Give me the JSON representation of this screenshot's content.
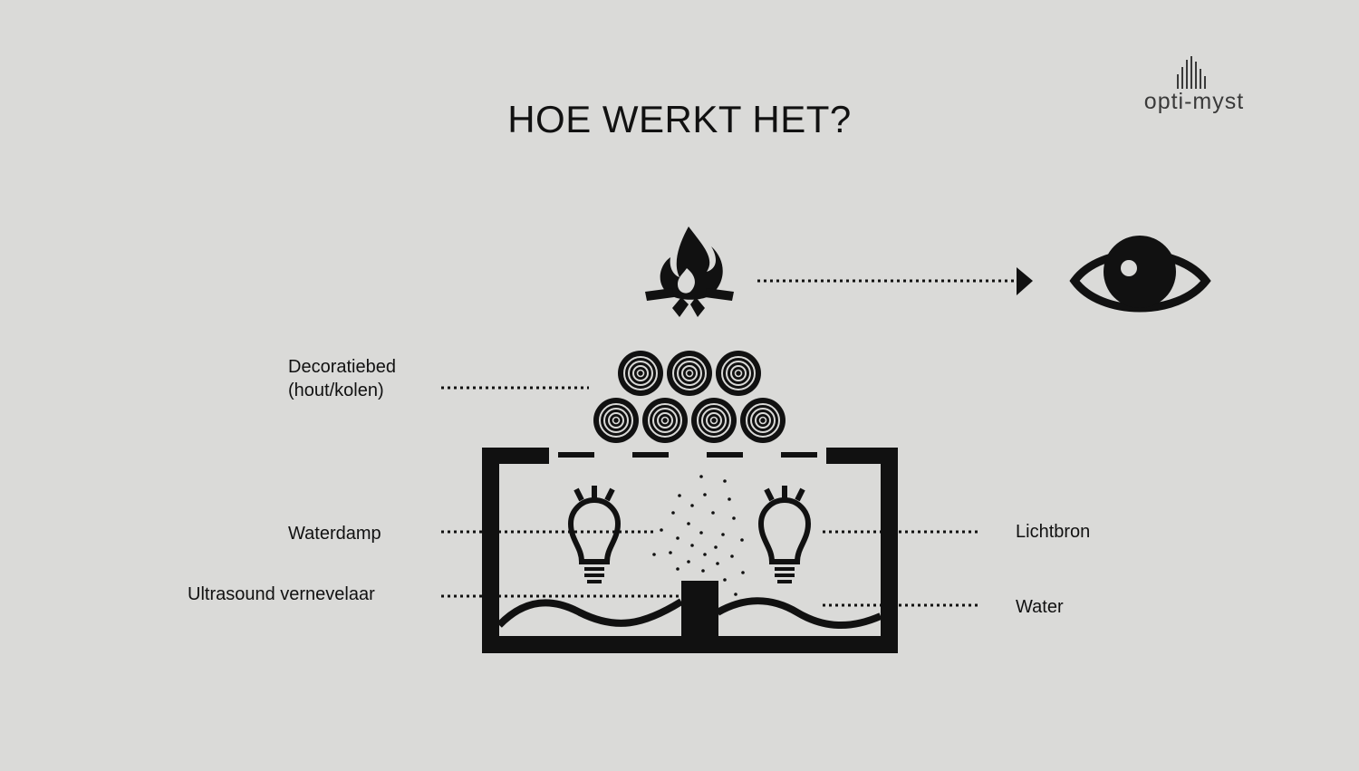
{
  "title": "HOE WERKT HET?",
  "logo": {
    "text": "opti-myst"
  },
  "labels": {
    "decoratiebed_line1": "Decoratiebed",
    "decoratiebed_line2": "(hout/kolen)",
    "waterdamp": "Waterdamp",
    "ultrasound": "Ultrasound vernevelaar",
    "lichtbron": "Lichtbron",
    "water": "Water"
  },
  "colors": {
    "background": "#dadad8",
    "ink": "#111111"
  },
  "icons": [
    "flame-icon",
    "eye-icon",
    "log-icon",
    "bulb-icon",
    "arrow-icon"
  ]
}
